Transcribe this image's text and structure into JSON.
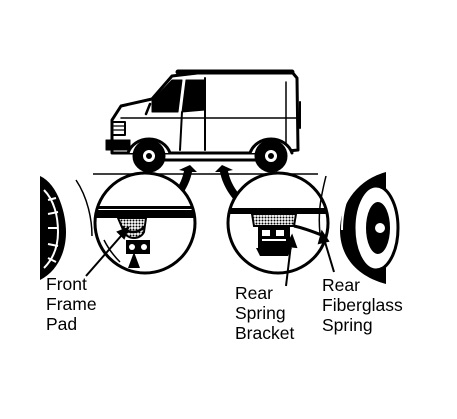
{
  "labels": {
    "front_pad": [
      "Front",
      "Frame",
      "Pad"
    ],
    "rear_bracket": [
      "Rear",
      "Spring",
      "Bracket"
    ],
    "rear_spring": [
      "Rear",
      "Fiberglass",
      "Spring"
    ]
  },
  "colors": {
    "ink": "#000000",
    "paper": "#ffffff",
    "pad_gray": "#777777"
  }
}
